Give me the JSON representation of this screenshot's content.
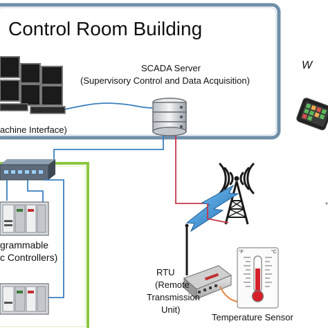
{
  "building": {
    "title": "Control Room Building"
  },
  "scada": {
    "name": "SCADA Server",
    "description": "(Supervisory Control and Data Acquisition)"
  },
  "hmi": {
    "label": "achine Interface)"
  },
  "plc": {
    "line1": "grammable",
    "line2": "c Controllers)"
  },
  "rtu": {
    "line1": "RTU",
    "line2": "(Remote",
    "line3": "Transmission",
    "line4": "Unit)"
  },
  "sensor": {
    "label": "Temperature Sensor",
    "unit_f": "°F",
    "unit_c": "°C"
  },
  "side_text": "W",
  "colors": {
    "building_border": "#6f8fa8",
    "plc_border": "#8dc63f",
    "link_blue": "#3a7fc0",
    "link_red": "#c7364a",
    "link_orange": "#e6823a",
    "wireless": "#3b8fd4"
  }
}
